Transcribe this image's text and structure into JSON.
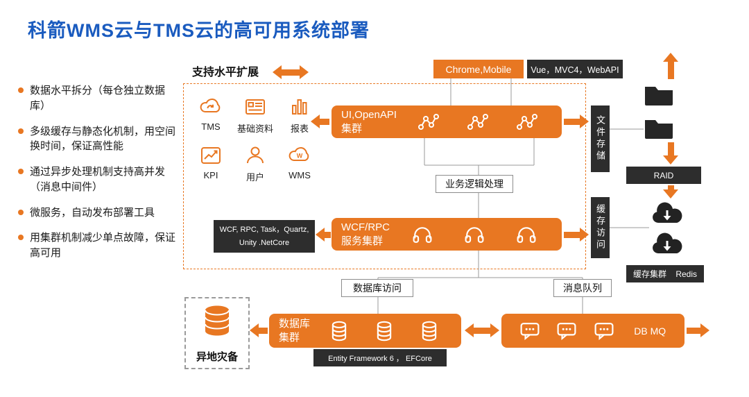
{
  "title": "科箭WMS云与TMS云的高可用系统部署",
  "sidebar": {
    "bullets": [
      "数据水平拆分（每仓独立数据库）",
      "多级缓存与静态化机制，用空间换时间，保证高性能",
      "通过异步处理机制支持高并发（消息中间件）",
      "微服务，自动发布部署工具",
      "用集群机制减少单点故障，保证高可用"
    ]
  },
  "top": {
    "scale_label": "支持水平扩展",
    "client_label": "Chrome,Mobile",
    "frontend_stack": "Vue，MVC4，WebAPI"
  },
  "modules": [
    {
      "label": "TMS"
    },
    {
      "label": "基础资料"
    },
    {
      "label": "报表"
    },
    {
      "label": "KPI"
    },
    {
      "label": "用户"
    },
    {
      "label": "WMS"
    }
  ],
  "clusters": {
    "ui": {
      "line1": "UI,OpenAPI",
      "line2": "集群"
    },
    "service": {
      "line1": "WCF/RPC",
      "line2": "服务集群"
    },
    "database": {
      "line1": "数据库",
      "line2": "集群"
    },
    "mq": {
      "label": "DB MQ"
    }
  },
  "labels": {
    "business_logic": "业务逻辑处理",
    "db_access": "数据库访问",
    "message_queue": "消息队列",
    "file_storage": "文件存储",
    "cache_access": "缓存访问",
    "raid": "RAID",
    "cache_cluster": "缓存集群",
    "redis": "Redis",
    "disaster_recovery": "异地灾备"
  },
  "tech": {
    "service_stack": [
      "WCF, RPC, Task，Quartz,",
      "Unity .NetCore"
    ],
    "orm_stack": "Entity Framework 6 ， EFCore"
  },
  "colors": {
    "accent_orange": "#E87722",
    "dark_box": "#2D2D2D",
    "title_blue": "#1A5BBF"
  }
}
